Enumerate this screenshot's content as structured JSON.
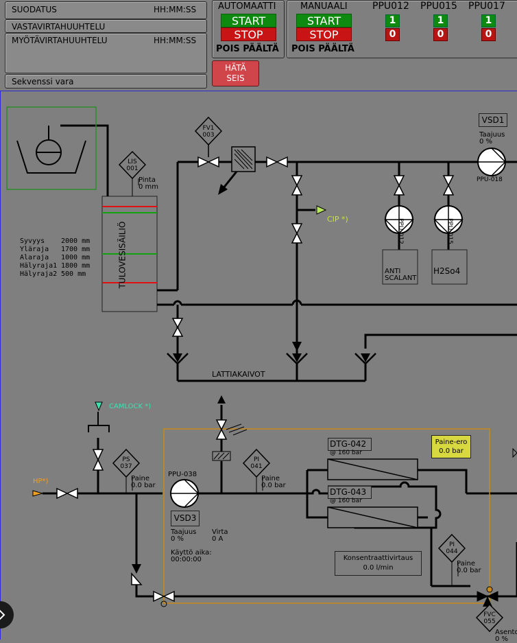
{
  "sequences": {
    "suodatus": {
      "label": "SUODATUS",
      "time": "HH:MM:SS"
    },
    "vastavirta": {
      "label": "VASTAVIRTAHUUHTELU"
    },
    "myotavirta": {
      "label": "MYÖTÄVIRTAHUUHTELU",
      "time": "HH:MM:SS"
    },
    "sekvenssi": {
      "label": "Sekvenssi vara"
    }
  },
  "auto": {
    "title": "AUTOMAATTI",
    "start": "START",
    "stop": "STOP",
    "status": "POIS PÄÄLTÄ"
  },
  "manual": {
    "title": "MANUAALI",
    "start": "START",
    "stop": "STOP",
    "status": "POIS PÄÄLTÄ"
  },
  "ppu_status": [
    {
      "name": "PPU012",
      "on": "1",
      "off": "0"
    },
    {
      "name": "PPU015",
      "on": "1",
      "off": "0"
    },
    {
      "name": "PPU017",
      "on": "1",
      "off": "0"
    }
  ],
  "estop": {
    "line1": "HÄTÄ",
    "line2": "SEIS"
  },
  "process": {
    "fv1": {
      "line1": "FV1",
      "line2": "003"
    },
    "lis": {
      "line1": "LIS",
      "line2": "001",
      "label": "Pinta",
      "value": "0 mm"
    },
    "tank": {
      "name": "TULOVESISÄILIÖ"
    },
    "tank_params": [
      {
        "label": "Syvyys",
        "value": "2000 mm"
      },
      {
        "label": "Yläraja",
        "value": "1700 mm"
      },
      {
        "label": "Alaraja",
        "value": "1000 mm"
      },
      {
        "label": "Hälyraja1",
        "value": "1800 mm"
      },
      {
        "label": "Hälyraja2",
        "value": "500 mm"
      }
    ],
    "vsd1": {
      "label": "VSD1",
      "taajuus": "Taajuus",
      "value": "0 %"
    },
    "ppu018": "PPU-018",
    "cip": "CIP *)",
    "ppu012": "PPU-012",
    "ppu015": "PPU-015",
    "anti": {
      "line1": "ANTI",
      "line2": "SCALANT"
    },
    "h2so4": "H2So4",
    "lattiakaivot": "LATTIAKAIVOT",
    "camlock": "CAMLOCK *)",
    "hp": "HP*)",
    "ps037": {
      "line1": "PS",
      "line2": "037",
      "label": "Paine",
      "value": "0.0 bar"
    },
    "ppu038": "PPU-038",
    "pi041": {
      "line1": "PI",
      "line2": "041",
      "label": "Paine",
      "value": "0.0 bar"
    },
    "vsd3": {
      "label": "VSD3",
      "taajuus": "Taajuus",
      "taajuus_value": "0 %",
      "virta": "Virta",
      "virta_value": "0 A",
      "kaytto": "Käyttö aika:",
      "kaytto_value": "00:00:00"
    },
    "dtg042": {
      "name": "DTG-042",
      "pressure": "@ 160 bar"
    },
    "dtg043": {
      "name": "DTG-043",
      "pressure": "@ 160 bar"
    },
    "paine_ero": {
      "label": "Paine-ero",
      "value": "0.0 bar"
    },
    "konsentraatti": {
      "label": "Konsentraattivirtaus",
      "value": "0.0 l/min"
    },
    "pi044": {
      "line1": "PI",
      "line2": "044",
      "label": "Paine",
      "value": "0.0 bar"
    },
    "fvc055": {
      "line1": "FVC",
      "line2": "055",
      "label": "Asento",
      "value": "0 %"
    }
  },
  "colors": {
    "background": "#7f7f7f",
    "start": "#0f8a10",
    "stop": "#c81414",
    "estop": "#d0454a",
    "header_line": "#2a2ad0",
    "orange_frame": "#c8881a",
    "green_frame": "#2e8b2e",
    "alarm_red": "#e01010",
    "level_green": "#10a010",
    "paine_ero_bg": "#d8d840"
  }
}
